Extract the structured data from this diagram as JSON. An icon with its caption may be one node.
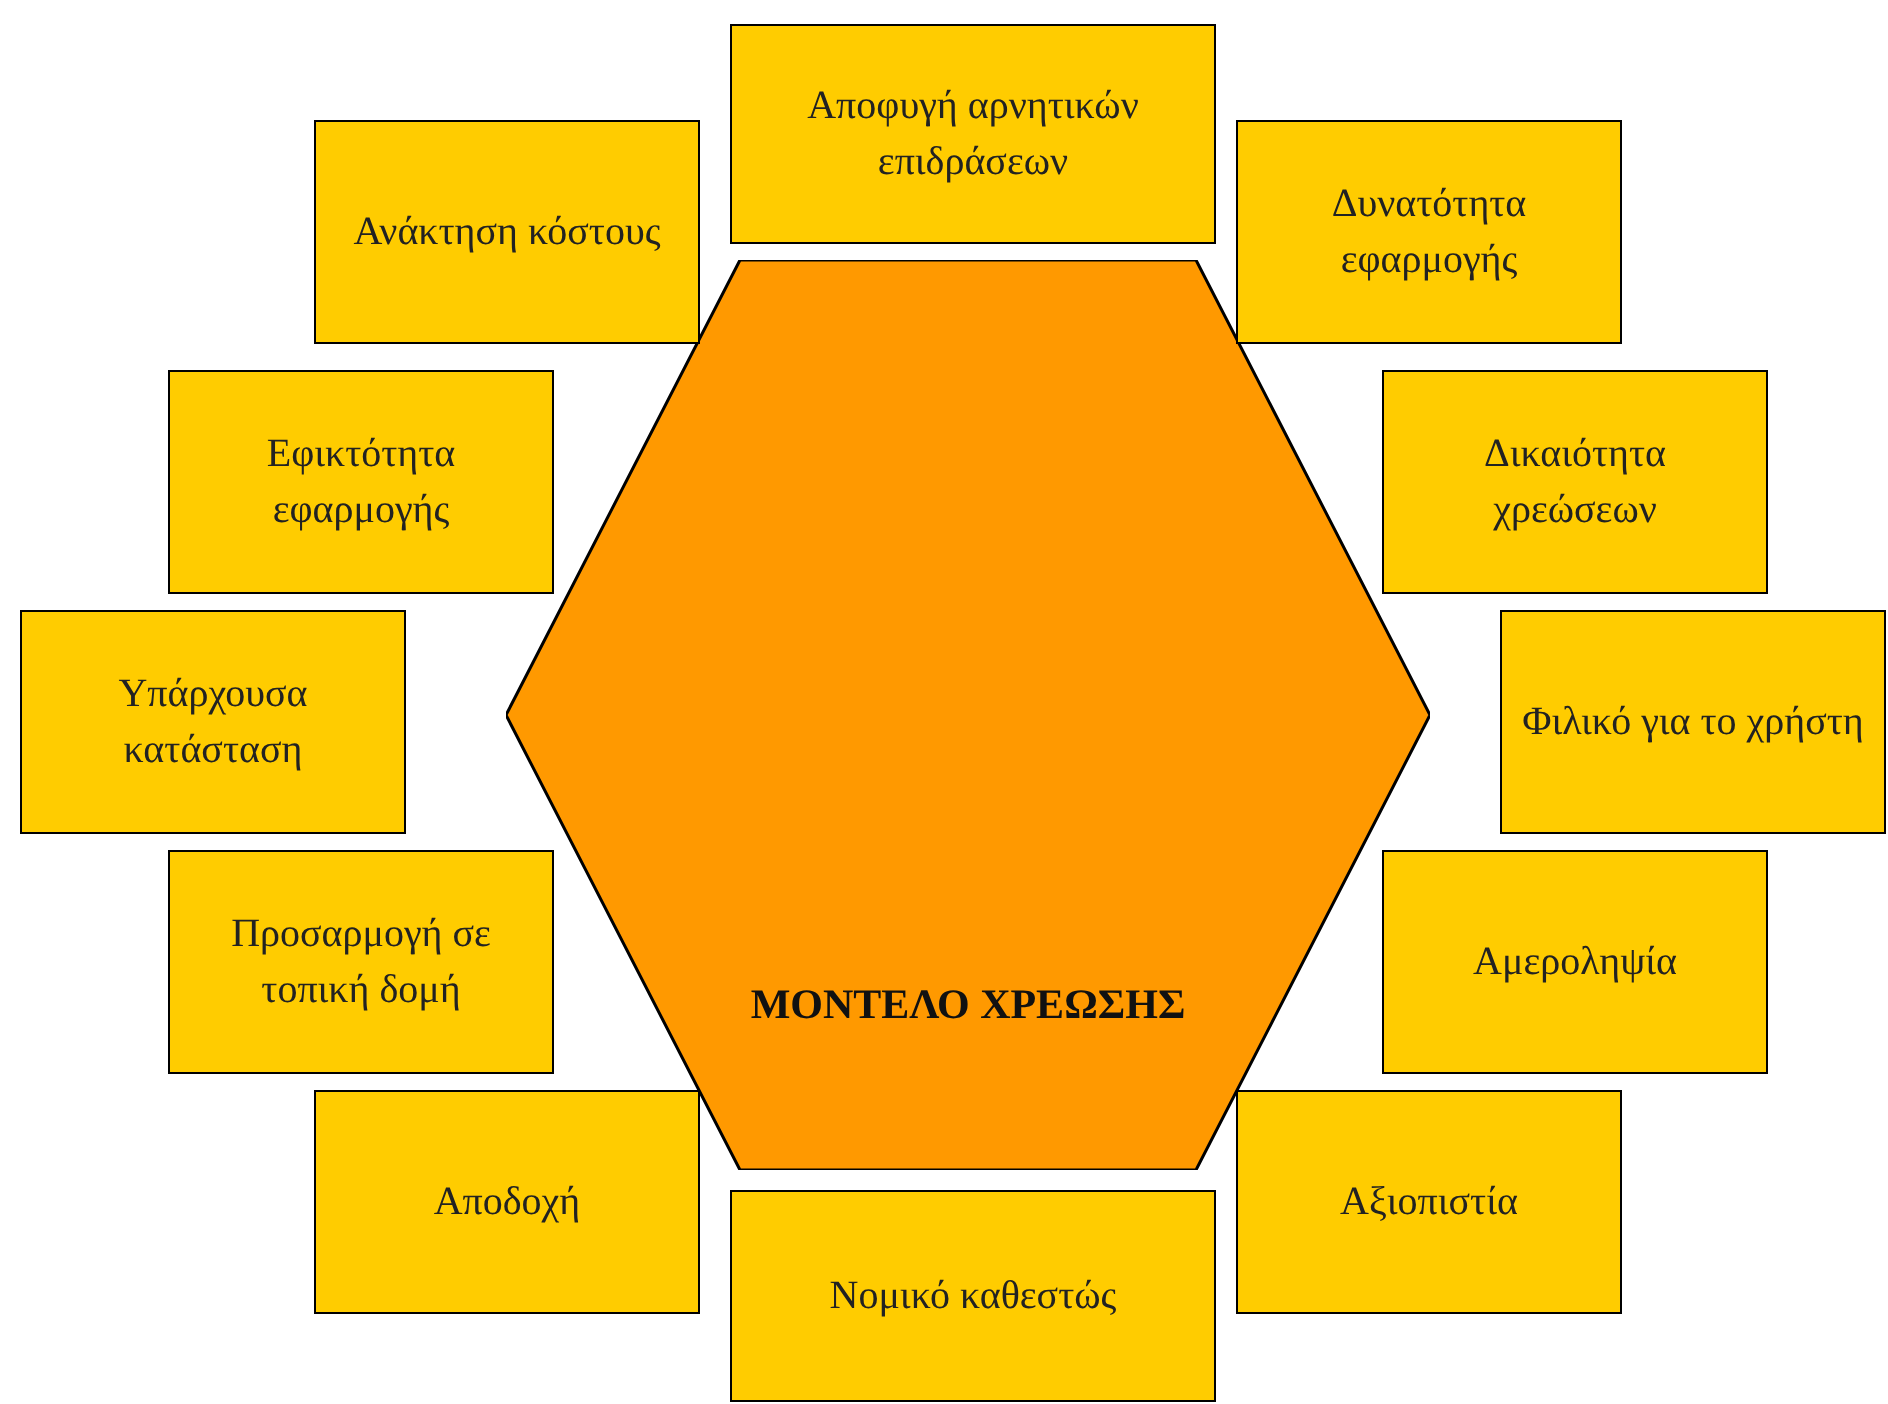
{
  "diagram": {
    "nodes": [
      {
        "text": [
          "ΜΟΝΤΕΛΟ ΧΡΕΩΣΗΣ"
        ]
      },
      {
        "text": [
          "Αποφυγή αρνητικών επιδράσεων"
        ]
      },
      {
        "text": [
          "Δυνατότητα εφαρμογής"
        ]
      },
      {
        "text": [
          "Δικαιότητα χρεώσεων"
        ]
      },
      {
        "text": [
          "Φιλικό για το χρήστη"
        ]
      },
      {
        "text": [
          "Αμεροληψία"
        ]
      },
      {
        "text": [
          "Αξιοπιστία"
        ]
      },
      {
        "text": [
          "Νομικό καθεστώς"
        ]
      },
      {
        "text": [
          "Αποδοχή"
        ]
      },
      {
        "text": [
          "Προσαρμογή σε τοπική δομή"
        ]
      },
      {
        "text": [
          "Υπάρχουσα κατάσταση"
        ]
      },
      {
        "text": [
          "Εφικτότητα εφαρμογής"
        ]
      },
      {
        "text": [
          "Ανάκτηση κόστους"
        ]
      }
    ]
  }
}
